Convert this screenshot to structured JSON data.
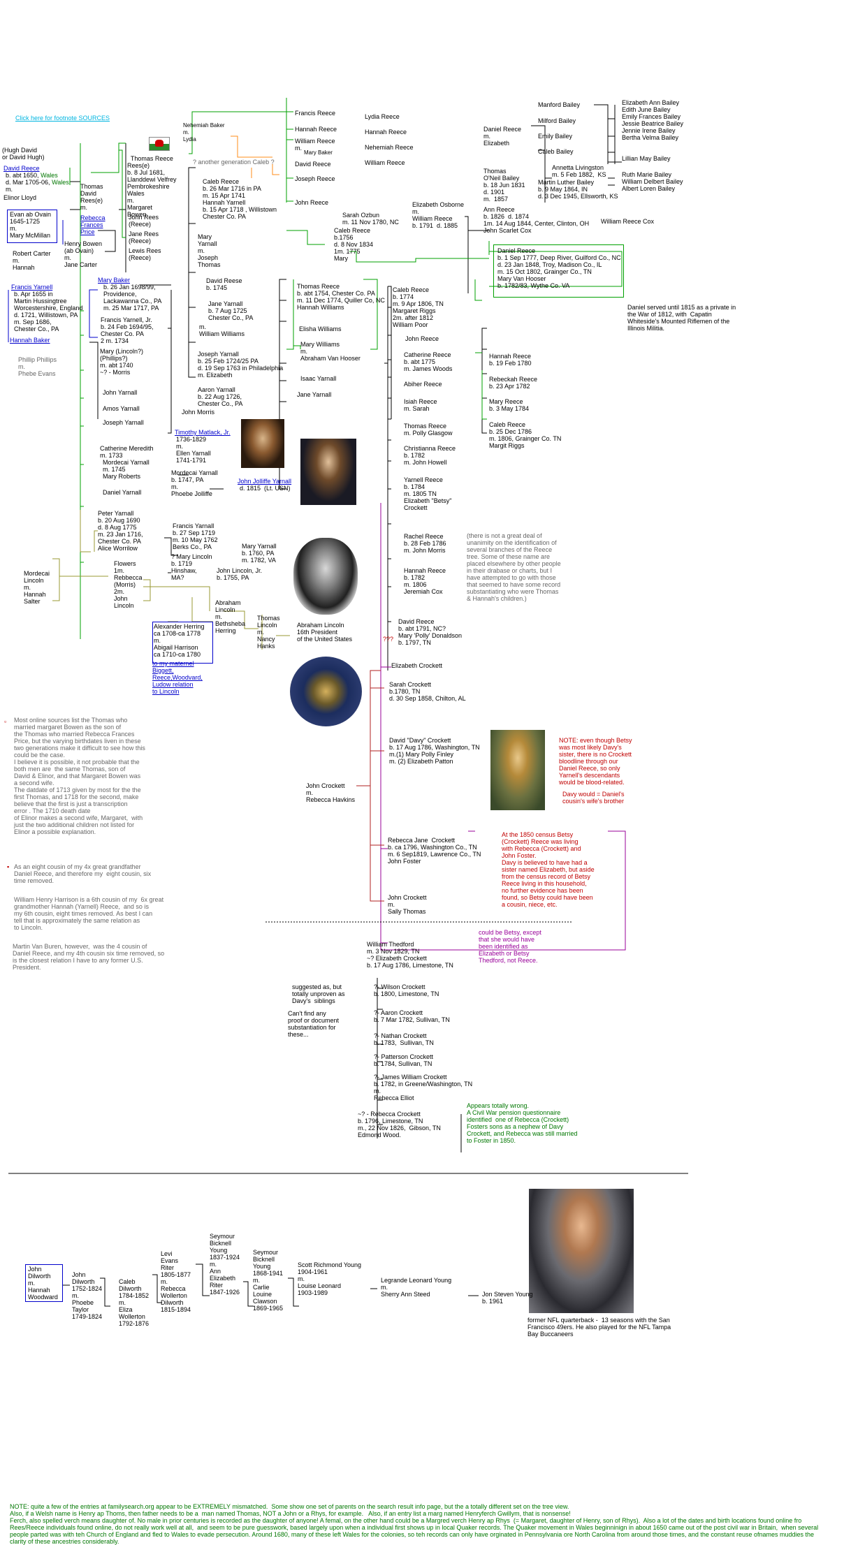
{
  "links": {
    "sources": "Click here for footnote SOURCES",
    "maternal": "to my maternel\nBiggett,\nReece,Woodvard,\nLudow relation\nto Lincoln"
  },
  "left": {
    "hugh": "(Hugh David\nor David Hugh)",
    "david_reece_name": "David Reece",
    "david_reece_b": "b. abt 1650,",
    "david_reece_d": "d. Mar 1705-06,",
    "wales": "Wales",
    "m": "m.",
    "elinor": "Elinor Lloyd",
    "thomas_david": "Thomas\nDavid\nRees(e)\nm.",
    "rebecca_frances": "Rebecca\nFrances\nPrice",
    "evan": "Evan ab Ovain\n1645-1725\nm.\nMary McMillan",
    "henry_bowen": "Henry Bowen\n(ab Ovain)\nm.\nJane Carter",
    "robert_carter": "Robert Carter\nm.\nHannah",
    "francis_yarnell": "Francis Yarnell",
    "francis_yarnell_details": "b. Apr 1655 in\nMartin Hussingtree\nWorcestershire, England\nd. 1721, Willistown, PA\nm. Sep 1686,\nChester Co., PA",
    "hannah_baker": "Hannah Baker",
    "mary_baker": "Mary Baker",
    "mary_baker_details": "b. 26 Jan 1698/99,\nProvidence,\nLackawanna Co., PA\nm. 25 Mar 1717, PA",
    "francis_jr": "Francis Yarnell, Jr.\nb. 24 Feb 1694/95,\nChester Co. PA\n2 m. 1734",
    "phillip": "Phillip Phillips\nm.\nPhebe Evans",
    "mary_lincoln": "Mary (Lincoln?)\n(Phillips?)\nm. abt 1740\n~? - Morris",
    "john_yarnall": "John Yarnall",
    "amos": "Amos Yarnall",
    "joseph_y": "Joseph Yarnall",
    "catherine": "Catherine Meredith\nm. 1733",
    "mordecai_y": "Mordecai Yarnall\nm. 1745\nMary Roberts",
    "daniel_y": "Daniel Yarnall",
    "peter_y": "Peter Yarnall\nb. 20 Aug 1690\nd. 8 Aug 1775\nm. 23 Jan 1716,\nChester Co. PA\nAlice Worrilow",
    "mordecai_lincoln": "Mordecai\nLincoln\nm.\nHannah\nSalter",
    "flowers": "Flowers\n1m.\nRebbecca\n(Morris)\n2m.\nJohn\nLincoln"
  },
  "col2": {
    "thomas_reece": "Thomas Reece\nRees(e)\nb. 8 Jul 1681,\nLlanddewi Velfrey\nPembrokeshire\nWales\nm.\nMargaret\nBowen",
    "nehemiah_baker": "Nehemiah Baker\nm.\nLydia",
    "another_gen": "? another generation Caleb ?",
    "john_rees": "John Rees\n(Reece)",
    "jane_rees": "Jane Rees\n(Reece)",
    "lewis_rees": "Lewis Rees\n(Reece)",
    "caleb_reece_1716": "Caleb Reece\nb. 26 Mar 1716 in PA\nm. 15 Apr 1741\nHannah Yarnell\nb. 15 Apr 1718 , Willistown\nChester Co. PA",
    "mary_yarnall": "Mary\nYarnall\nm.\nJoseph\nThomas",
    "david_reese": "David Reese\nb. 1745",
    "jane_yarnall": "Jane Yarnall\nb. 7 Aug 1725\nChester Co., PA",
    "m_william_williams": "m.\nWilliam Williams",
    "joseph_yarnall_1724": "Joseph Yarnall\nb. 25 Feb 1724/25 PA\nd. 19 Sep 1763 in Philadelphia\nm. Elizabeth",
    "aaron_yarnall": "Aaron Yarnall\nb. 22 Aug 1726,\nChester Co., PA",
    "john_morris": "John Morris",
    "timothy_matlack": "Timothy Matlack, Jr.",
    "timothy_details": "1736-1829\nm.\nEllen Yarnall\n1741-1791",
    "mordecai_1747": "Mordecai Yarnall\nb. 1747, PA\nm.\nPhoebe Jolliffe",
    "john_jolliffe": "John Jolliffe Yarnall",
    "john_jolliffe_d": "d. 1815  (Lt. USN)",
    "francis_yarnall_1719": "Francis Yarnall\nb. 27 Sep 1719\nm. 10 May 1762\nBerks Co., PA",
    "mary_lincoln2": "? Mary Lincoln\nb. 1719\nHinshaw,\nMA?",
    "mary_yarnall_1760": "Mary Yarnall\nb. 1760, PA\nm. 1782, VA",
    "john_lincoln_jr": "John Lincoln, Jr.\nb. 1755, PA",
    "abraham_lincoln_1744": "Abraham\nLincoln\nm.\nBethsheba\nHerring",
    "thomas_lincoln": "Thomas\nLincoln\nm.\nNancy\nHanks",
    "abraham_16th": "Abraham Lincoln\n16th President\nof the United States",
    "alexander_herring": "Alexander Herring\nca 1708-ca 1778\nm.\nAbigail Harrison\nca 1710-ca 1780"
  },
  "col3": {
    "francis_reece": "Francis Reece",
    "hannah_reece": "Hannah Reece",
    "william_reece": "William Reece\nm.",
    "mary_baker2": "Mary Baker",
    "david_reece2": "David Reece",
    "joseph_reece": "Joseph Reece",
    "john_reece": "John Reece",
    "lydia_reece": "Lydia Reece",
    "hannah_reece2": "Hannah Reece",
    "nehemiah_reece": "Nehemiah Reece",
    "william_reece2": "William Reece",
    "sarah_ozbun": "Sarah Ozbun\nm. 11 Nov 1780, NC",
    "caleb_reece_1756": "Caleb Reece\nb.1756\nd. 8 Nov 1834\n1m. 1775\nMary",
    "thomas_reece_1754": "Thomas Reece\nb. abt 1754, Chester Co. PA\nm. 11 Dec 1774, Quiller Co, NC\nHannah Williams",
    "elisha_williams": "Elisha Williams",
    "mary_williams": "Mary Williams\nm.\nAbraham Van Hooser",
    "isaac_yarnall": "Isaac Yarnall",
    "jane_yarnall2": "Jane Yarnall",
    "elizabeth_osborne": "Elizabeth Osborne\nm.\nWilliam Reece\nb. 1791  d. 1885"
  },
  "col4": {
    "daniel_reece_e": "Daniel Reece\nm.\nElizabeth",
    "thomas_oneil": "Thomas\nO'Neil Bailey\nb. 18 Jun 1831\nd. 1901\nm.  1857",
    "ann_reece": "Ann Reece\nb. 1826  d. 1874\n1m. 14 Aug 1844, Center, Clinton, OH\nJohn Scarlet Cox",
    "william_reece_cox": "William Reece Cox",
    "manford": "Manford Bailey",
    "milford": "Milford Bailey",
    "emily": "Emily Bailey",
    "caleb_bailey": "Caleb Bailey",
    "annetta": "Annetta Livingston\nm. 5 Feb 1882,  KS",
    "martin_luther": "Martin Luther Bailey\nb. 9 May 1864, IN\nd. 3 Dec 1945, Ellsworth, KS",
    "baileys_right": "Elizabeth Ann Bailey\nEdith June Bailey\nEmily Frances Bailey\nJessie Beatrice Bailey\nJennie Irene Bailey\nBertha Velma Bailey",
    "lillian": "Lillian May Bailey",
    "baileys_right2": "Ruth Marie Bailey\nWilliam Delbert Bailey\nAlbert Loren Bailey",
    "daniel_reece_1777": "Daniel Reece\nb. 1 Sep 1777, Deep River, Guilford Co., NC\nd. 23 Jan 1848, Troy, Madison Co., IL\nm. 15 Oct 1802, Grainger Co., TN\nMary Van Hooser\nb. 1782/83, Wythe Co. VA",
    "daniel_note": "Daniel served until 1815 as a private in\nthe War of 1812, with  Capatin\nWhiteside's Mounted Riflemen of the\nIllinois Militia.",
    "caleb_reece_1774": "Caleb Reece\nb. 1774\nm. 9 Apr 1806, TN\nMargaret Riggs\n2m. after 1812\nWilliam Poor",
    "john_reece2": "John Reece",
    "catherine_reece": "Catherine Reece\nb. abt 1775\nm. James Woods",
    "abiher": "Abiher Reece",
    "isiah": "Isiah Reece\nm. Sarah",
    "thomas_reece_pg": "Thomas Reece\nm. Polly Glasgow",
    "christianna": "Christianna Reece\nb. 1782\nm. John Howell",
    "yarnell_reece": "Yarnell Reece\nb. 1784\nm. 1805 TN\nElizabeth \"Betsy\"\nCrockett",
    "rachel": "Rachel Reece\nb. 28 Feb 1786\nm. John Morris",
    "hannah_reece_1782": "Hannah Reece\nb. 1782\nm. 1806\nJeremiah Cox",
    "david_reece_1791": "David Reece\nb. abt 1791, NC?\nMary 'Polly' Donaldson\nb. 1797, TN",
    "unanimity": "(there is not a great deal of\nunanimity on the identification of\nseveral branches of the Reece\ntree. Some of these name are\nplaced elsewhere by other people\nin their drabase or charts, but I\nhave attempted to go with those\nthat seemed to have some record\nsubstantiating who were Thomas\n& Hannah's children.)",
    "hannah_reece_1780": "Hannah Reece\nb. 19 Feb 1780",
    "rebeckah": "Rebeckah Reece\nb. 23 Apr 1782",
    "mary_reece_1784": "Mary Reece\nb. 3 May 1784",
    "caleb_reece_1786": "Caleb Reece\nb. 25 Dec 1786\nm. 1806, Grainger Co. TN\nMargit Riggs",
    "qqq": "???"
  },
  "crockett": {
    "elizabeth_crockett": "Elizabeth Crockett",
    "sarah_crockett": "Sarah Crockett\nb.1780, TN\nd. 30 Sep 1858, Chilton, AL",
    "davy": "David \"Davy\" Crockett\nb. 17 Aug 1786, Washington, TN\nm.(1) Mary Polly Finley\nm. (2) Elizabeth Patton",
    "john_crockett": "John Crockett\nm.\nRebecca Havkins",
    "rebecca_jane": "Rebecca Jane  Crockett\nb. ca 1796, Washington Co., TN\nm. 6 Sep1819, Lawrence Co., TN\nJohn Foster",
    "john_crockett2": "John Crockett\nm.\nSally Thomas",
    "note_betsy": "NOTE: even though Betsy\nwas most likely Davy's\nsister, there is no Crockett\nbloodline through our\nDaniel Reece, so only\nYarnell's descendants\nwould be blood-related.",
    "note_davy": "Davy would = Daniel's\ncousin's wife's brother",
    "census_note": "At the 1850 census Betsy\n(Crockett) Reece was living\nwith Rebecca (Crockett) and\nJohn Foster.\nDavy is believed to have had a\nsister named Elizabeth, but aside\nfrom the census record of Betsy\nReece living in this household,\nno further evidence has been\nfound, so Betsy could have been\na cousin, niece, etc.",
    "could_be": "could be Betsy, except\nthat she would have\nbeen identified as\nElizabeth or Betsy\nThedford, not Reece.",
    "william_thedford": "William Thedford\nm. 3 Nov 1829, TN\n~? Elizabeth Crockett\nb. 17 Aug 1786, Limestone, TN",
    "suggested": "suggested as, but\ntotally unproven as\nDavy's  siblings",
    "cant_find": "Can't find any\nproof or document\nsubstantiation for\nthese...",
    "wilson": "?- Wilson Crockett\nb. 1800, Limestone, TN",
    "aaron": "?- Aaron Crockett\nb. 7 Mar 1782, Sullivan, TN",
    "nathan": "?- Nathan Crockett\nb. 1783,  Sullivan, TN",
    "patterson": "?- Patterson Crockett\nb. 1784, Sullivan, TN",
    "james_william": "?- James William Crockett\nb. 1782, in Greene/Washington, TN\nm.\nRebecca Elliot",
    "rebecca_crockett": "~? - Rebecca Crockett\nb. 1796, Limestone, TN\nm., 22 Nov 1826,  Gibson, TN\nEdmond Wood.",
    "appears_wrong": "Appears totally wrong.\nA Civil War pension questionnaire\nidentified  one of Rebecca (Crockett)\nFosters sons as a nephew of Davy\nCrockett, and Rebecca was still married\nto Foster in 1850."
  },
  "left_notes": {
    "note1": "Most online sources list the Thomas who\nmarried margaret Bowen as the son of\nthe Thomas who married Rebecca Frances\nPrice, but the varying birthdates liven in these\ntwo generations make it difficult to see how this\ncould be the case.\nI believe it is possible, it not probable that the\nboth men are  the same Thomas, son of\nDavid & Elinor, and that Margaret Bowen was\na second wife.\nThe datdate of 1713 given by most for the the\nfirst Thomas, and 1718 for the second, make\nbelieve that the first is just a transcription\nerror . The 1710 death date\nof Elinor makes a second wife, Margaret,  with\njust the two additional children not listed for\nElinor a possible explanation.",
    "note2": "As an eight cousin of my 4x great grandfather\nDaniel Reece, and therefore my  eight cousin, six\ntime removed.",
    "note3": "William Henry Harrison is a 6th cousin of my  6x great\ngrandmother Hannah (Yarnell) Reece,  and so is\nmy 6th cousin, eight times removed. As best I can\ntell that is approximately the same relation as\nto Lincoln.",
    "note4": "Martin Van Buren, however,  was the 4 cousin of\nDaniel Reece, and my 4th cousin six time removed, so\nis the closest relation I have to any former U.S.\nPresident."
  },
  "young": {
    "john_dilworth": "John\nDilworth\nm.\nHannah\nWoodward",
    "john_dilworth2": "John\nDilworth\n1752-1824\nm.\nPhoebe\nTaylor\n1749-1824",
    "caleb_dilworth": "Caleb\nDilworth\n1784-1852\nm.\nEliza\nWollerton\n1792-1876",
    "levi": "Levi\nEvans\nRiter\n1805-1877\nm.\nRebecca\nWollerton\nDilworth\n1815-1894",
    "seymour1": "Seymour\nBicknell\nYoung\n1837-1924\nm.\nAnn\nElizabeth\nRiter\n1847-1926",
    "seymour2": "Seymour\nBicknell\nYoung\n1868-1941\nm.\nCarlie\nLouine\nClawson\n1869-1965",
    "scott": "Scott Richmond Young\n1904-1961\nm.\nLouise Leonard\n1903-1989",
    "legrande": "Legrande Leonard Young\nm.\nSherry Ann Steed",
    "jon_steven": "Jon Steven Young\nb. 1961",
    "steve_caption": "former NFL quarterback -  13 seasons with the San\nFrancisco 49ers. He also played for the NFL Tampa\nBay Buccaneers"
  },
  "footer": {
    "note": "NOTE: quite a few of the entries at familysearch.org appear to be EXTREMELY mismatched.  Some show one set of parents on the search result info page, but the a totally different set on the tree view.\nAlso, if a Welsh name is Henry ap Thoms, then father needs to be a  man named Thomas, NOT a John or a Rhys, for example.   Also, if an entry list a marg named Henryferch Gwillym, that is nonsense!\nFerch, also spelled verch means daughter of. No male in prior centuries is recorded as the daughter of anyone! A femal, on the other hand could be a Margred verch Henry ap Rhys  (= Margaret, daughter of Henry, son of Rhys).  Also a lot of the dates and birth locations found online fro\nRees/Reece individuals found online, do not really work well at all,  and seem to be pure guesswork, based largely upon when a individual first shows up in local Quaker records. The Quaker movement in Wales beginninign in about 1650 came out of the post civil war in Britain,  when several\npeople parted was with teh Church of England and fled to Wales to evade persecution. Around 1680, many of these left Wales for the colonies, so teh records can only have orginated in Pennsylvania ore North Carolina from around those times, and the constant reuse ofnames muddies the\nclarity of these ancestries considerably."
  },
  "colors": {
    "green_line": "#00a000",
    "blue_box": "#0000cc",
    "purple_line": "#990099",
    "orange_line": "#ff8c1a",
    "olive_line": "#999933",
    "cyan_num": "#00b5e0"
  }
}
